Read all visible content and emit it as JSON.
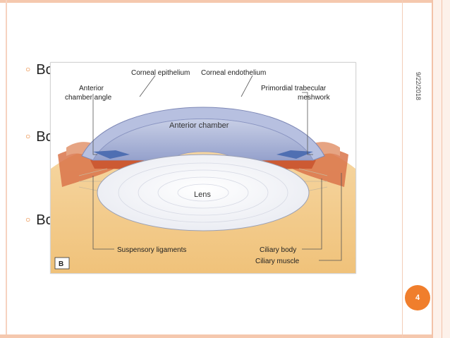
{
  "slide": {
    "bullets": [
      "Bo",
      "Bo",
      "Bo"
    ],
    "date": "9/22/2018",
    "page_number": "4"
  },
  "figure": {
    "panel_letter": "B",
    "labels": {
      "corneal_epithelium": "Corneal epithelium",
      "corneal_endothelium": "Corneal endothelium",
      "anterior_chamber_angle_1": "Anterior",
      "anterior_chamber_angle_2": "chamber angle",
      "trabecular_1": "Primordial trabecular",
      "trabecular_2": "meshwork",
      "anterior_chamber": "Anterior chamber",
      "lens": "Lens",
      "suspensory_ligaments": "Suspensory ligaments",
      "ciliary_body": "Ciliary body",
      "ciliary_muscle": "Ciliary muscle"
    }
  },
  "colors": {
    "accent": "#f07e2c",
    "cornea": "#a9b3d6",
    "lens_fill": "#f3f4f8",
    "tissue_orange": "#f0c080",
    "tissue_red": "#d2633a"
  }
}
